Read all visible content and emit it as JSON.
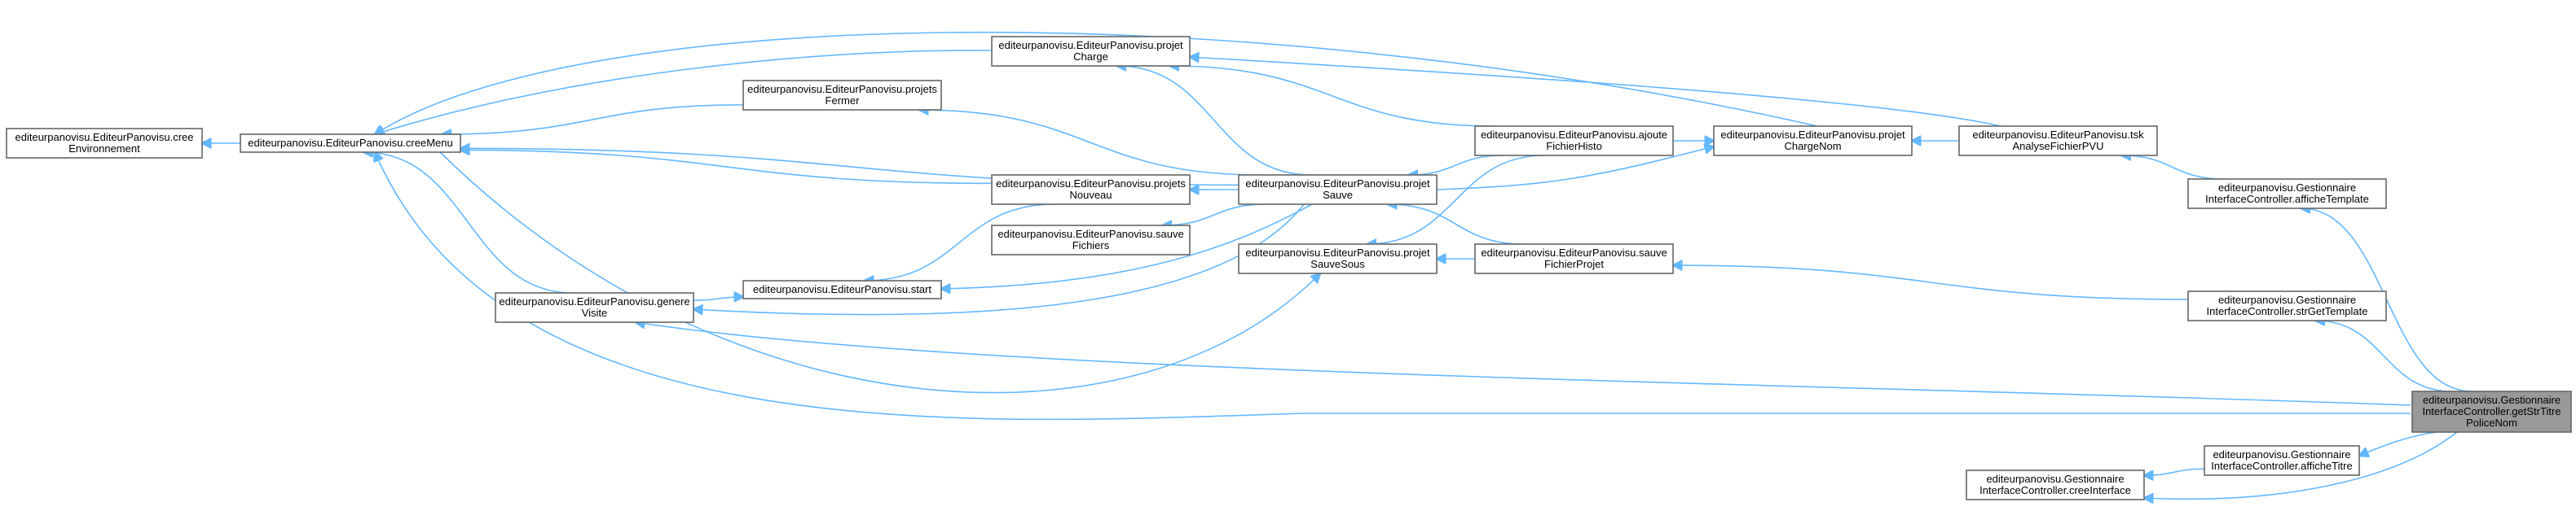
{
  "colors": {
    "edge": "#63b8ff",
    "node_border": "#666666",
    "node_fill": "#ffffff",
    "focus_fill": "#999999"
  },
  "nodes": [
    {
      "id": "creeEnv",
      "lines": [
        "editeurpanovisu.EditeurPanovisu.cree",
        "Environnement"
      ]
    },
    {
      "id": "creeMenu",
      "lines": [
        "editeurpanovisu.EditeurPanovisu.creeMenu"
      ]
    },
    {
      "id": "projetCharge",
      "lines": [
        "editeurpanovisu.EditeurPanovisu.projet",
        "Charge"
      ]
    },
    {
      "id": "projetsFermer",
      "lines": [
        "editeurpanovisu.EditeurPanovisu.projets",
        "Fermer"
      ]
    },
    {
      "id": "projetsNouveau",
      "lines": [
        "editeurpanovisu.EditeurPanovisu.projets",
        "Nouveau"
      ]
    },
    {
      "id": "sauveFichiers",
      "lines": [
        "editeurpanovisu.EditeurPanovisu.sauve",
        "Fichiers"
      ]
    },
    {
      "id": "start",
      "lines": [
        "editeurpanovisu.EditeurPanovisu.start"
      ]
    },
    {
      "id": "genereVisite",
      "lines": [
        "editeurpanovisu.EditeurPanovisu.genere",
        "Visite"
      ]
    },
    {
      "id": "projetSauve",
      "lines": [
        "editeurpanovisu.EditeurPanovisu.projet",
        "Sauve"
      ]
    },
    {
      "id": "projetSauveSous",
      "lines": [
        "editeurpanovisu.EditeurPanovisu.projet",
        "SauveSous"
      ]
    },
    {
      "id": "ajouteFichierHisto",
      "lines": [
        "editeurpanovisu.EditeurPanovisu.ajoute",
        "FichierHisto"
      ]
    },
    {
      "id": "sauveFichierProjet",
      "lines": [
        "editeurpanovisu.EditeurPanovisu.sauve",
        "FichierProjet"
      ]
    },
    {
      "id": "projetChargeNom",
      "lines": [
        "editeurpanovisu.EditeurPanovisu.projet",
        "ChargeNom"
      ]
    },
    {
      "id": "tskAnalyse",
      "lines": [
        "editeurpanovisu.EditeurPanovisu.tsk",
        "AnalyseFichierPVU"
      ]
    },
    {
      "id": "afficheTemplate",
      "lines": [
        "editeurpanovisu.Gestionnaire",
        "InterfaceController.afficheTemplate"
      ]
    },
    {
      "id": "strGetTemplate",
      "lines": [
        "editeurpanovisu.Gestionnaire",
        "InterfaceController.strGetTemplate"
      ]
    },
    {
      "id": "afficheTitre",
      "lines": [
        "editeurpanovisu.Gestionnaire",
        "InterfaceController.afficheTitre"
      ]
    },
    {
      "id": "creeInterface",
      "lines": [
        "editeurpanovisu.Gestionnaire",
        "InterfaceController.creeInterface"
      ]
    },
    {
      "id": "getStrTitre",
      "lines": [
        "editeurpanovisu.Gestionnaire",
        "InterfaceController.getStrTitre",
        "PoliceNom"
      ],
      "focus": true
    }
  ],
  "edges": [
    {
      "from": "creeEnv",
      "to": "creeMenu"
    },
    {
      "from": "creeMenu",
      "to": "projetCharge"
    },
    {
      "from": "creeMenu",
      "to": "projetsFermer"
    },
    {
      "from": "creeMenu",
      "to": "projetsNouveau"
    },
    {
      "from": "creeMenu",
      "to": "genereVisite"
    },
    {
      "from": "creeMenu",
      "to": "projetSauve"
    },
    {
      "from": "creeMenu",
      "to": "projetChargeNom"
    },
    {
      "from": "creeMenu",
      "to": "getStrTitre"
    },
    {
      "from": "start",
      "to": "projetsNouveau"
    },
    {
      "from": "start",
      "to": "genereVisite"
    },
    {
      "from": "start",
      "to": "projetSauve"
    },
    {
      "from": "projetCharge",
      "to": "projetSauve"
    },
    {
      "from": "projetCharge",
      "to": "ajouteFichierHisto"
    },
    {
      "from": "projetCharge",
      "to": "tskAnalyse"
    },
    {
      "from": "projetsFermer",
      "to": "projetSauve"
    },
    {
      "from": "projetsNouveau",
      "to": "projetSauve"
    },
    {
      "from": "sauveFichiers",
      "to": "projetSauve"
    },
    {
      "from": "genereVisite",
      "to": "projetSauve"
    },
    {
      "from": "genereVisite",
      "to": "getStrTitre"
    },
    {
      "from": "projetSauve",
      "to": "ajouteFichierHisto"
    },
    {
      "from": "projetSauve",
      "to": "sauveFichierProjet"
    },
    {
      "from": "projetSauveSous",
      "to": "ajouteFichierHisto"
    },
    {
      "from": "projetSauveSous",
      "to": "sauveFichierProjet"
    },
    {
      "from": "projetSauveSous",
      "to": "genereVisite"
    },
    {
      "from": "projetChargeNom",
      "to": "ajouteFichierHisto"
    },
    {
      "from": "projetChargeNom",
      "to": "projetSauve"
    },
    {
      "from": "projetChargeNom",
      "to": "tskAnalyse"
    },
    {
      "from": "tskAnalyse",
      "to": "afficheTemplate"
    },
    {
      "from": "afficheTemplate",
      "to": "getStrTitre"
    },
    {
      "from": "sauveFichierProjet",
      "to": "strGetTemplate"
    },
    {
      "from": "strGetTemplate",
      "to": "getStrTitre"
    },
    {
      "from": "afficheTitre",
      "to": "getStrTitre"
    },
    {
      "from": "creeInterface",
      "to": "afficheTitre"
    },
    {
      "from": "creeInterface",
      "to": "getStrTitre"
    }
  ]
}
